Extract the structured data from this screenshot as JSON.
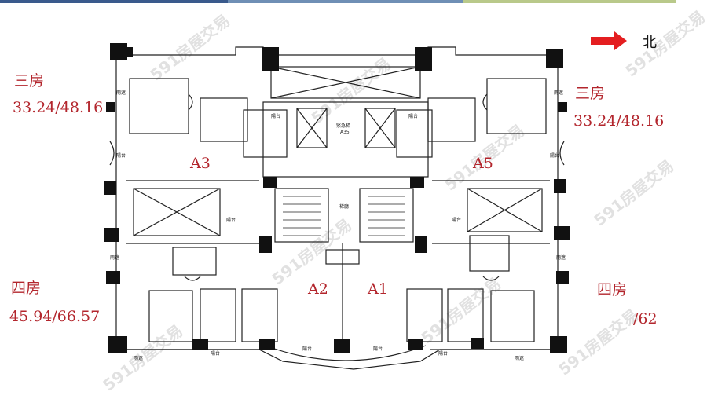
{
  "orientation": {
    "arrow_label": "北",
    "arrow_color": "#e41e20"
  },
  "left_top": {
    "rooms": "三房",
    "area": "33.24/48.16"
  },
  "right_top": {
    "rooms": "三房",
    "area": "33.24/48.16"
  },
  "left_bottom": {
    "rooms": "四房",
    "area": "45.94/66.57"
  },
  "right_bottom": {
    "rooms": "四房",
    "area": "/62"
  },
  "units": {
    "a1": "A1",
    "a2": "A2",
    "a3": "A3",
    "a5": "A5"
  },
  "plan_labels": {
    "balcony": "陽台",
    "rain_shed": "雨遮",
    "lobby": "梯廳",
    "elevator_lobby": "緊急梯",
    "unit_code": "A35"
  },
  "watermark": "591房屋交易",
  "label_color": "#b3262d"
}
